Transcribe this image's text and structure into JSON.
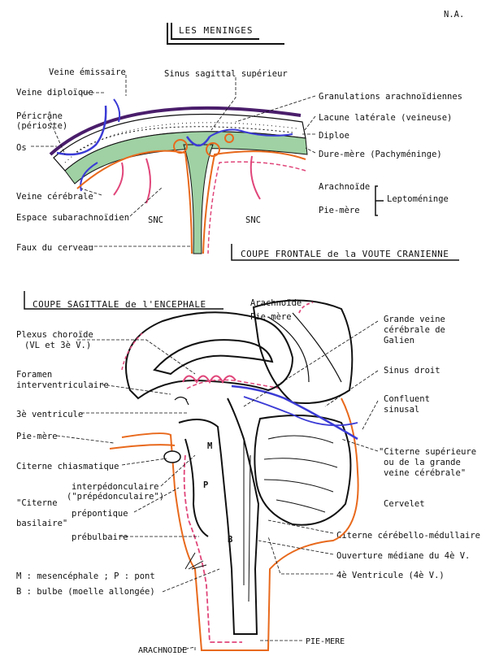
{
  "header": {
    "na": "N.A.",
    "title": "LES    MENINGES"
  },
  "sections": {
    "frontal_title": "COUPE FRONTALE de la VOUTE CRANIENNE",
    "sagittal_title": "COUPE SAGITTALE de l'ENCEPHALE"
  },
  "frontal_labels": {
    "veine_emissaire": "Veine émissaire",
    "sinus_sagittal": "Sinus sagittal supérieur",
    "veine_diploique": "Veine diploïque",
    "granulations": "Granulations arachnoïdiennes",
    "pericrane_1": "Péricrâne",
    "pericrane_2": "(périoste)",
    "lacune": "Lacune latérale (veineuse)",
    "diploe": "Diploe",
    "os": "Os",
    "dure_mere": "Dure-mère  (Pachyméninge)",
    "arachnoide": "Arachnoïde",
    "leptomeninge": "Leptoméninge",
    "veine_cerebrale": "Veine cérébrale",
    "pie_mere": "Pie-mère",
    "espace_sub": "Espace subarachnoïdien",
    "snc_left": "SNC",
    "snc_right": "SNC",
    "faux": "Faux du cerveau"
  },
  "sagittal_labels": {
    "arachnoide": "Arachnoïde",
    "pie_mere_top": "Pie-mère",
    "plexus_1": "Plexus choroïde",
    "plexus_2": "(VL et 3è V.)",
    "grande_veine_1": "Grande veine",
    "grande_veine_2": "cérébrale de",
    "grande_veine_3": "Galien",
    "foramen_1": "Foramen",
    "foramen_2": "interventriculaire",
    "sinus_droit": "Sinus droit",
    "troisieme_v": "3è ventricule",
    "confluent_1": "Confluent",
    "confluent_2": "sinusal",
    "pie_mere_left": "Pie-mère",
    "citerne_sup_1": "\"Citerne supérieure",
    "citerne_sup_2": "ou de la grande",
    "citerne_sup_3": "veine cérébrale\"",
    "citerne_chiasm": "Citerne chiasmatique",
    "interped_1": "interpédonculaire",
    "interped_2": "(\"prépédonculaire\")",
    "citerne_basilaire_1": "\"Citerne",
    "citerne_basilaire_2": "basilaire\"",
    "prepontique": "prépontique",
    "prebulbaire": "prébulbaire",
    "cervelet": "Cervelet",
    "citerne_cm": "Citerne cérébello-médullaire",
    "ouverture": "Ouverture médiane du 4è V.",
    "quatrieme_v": "4è Ventricule  (4è V.)",
    "letter_m": "M",
    "letter_p": "P",
    "letter_b": "B",
    "legend_1": "M : mesencéphale ; P : pont",
    "legend_2": "B : bulbe (moelle allongée)",
    "arachnoide_bottom": "ARACHNOIDE",
    "pie_mere_bottom": "PIE-MERE"
  },
  "colors": {
    "arachnoid": "#e8691c",
    "pia": "#e0467a",
    "vein": "#3b3bd6",
    "dura": "#9fd1a4",
    "bone": "#4a1d6b",
    "granulation": "#e8691c"
  }
}
